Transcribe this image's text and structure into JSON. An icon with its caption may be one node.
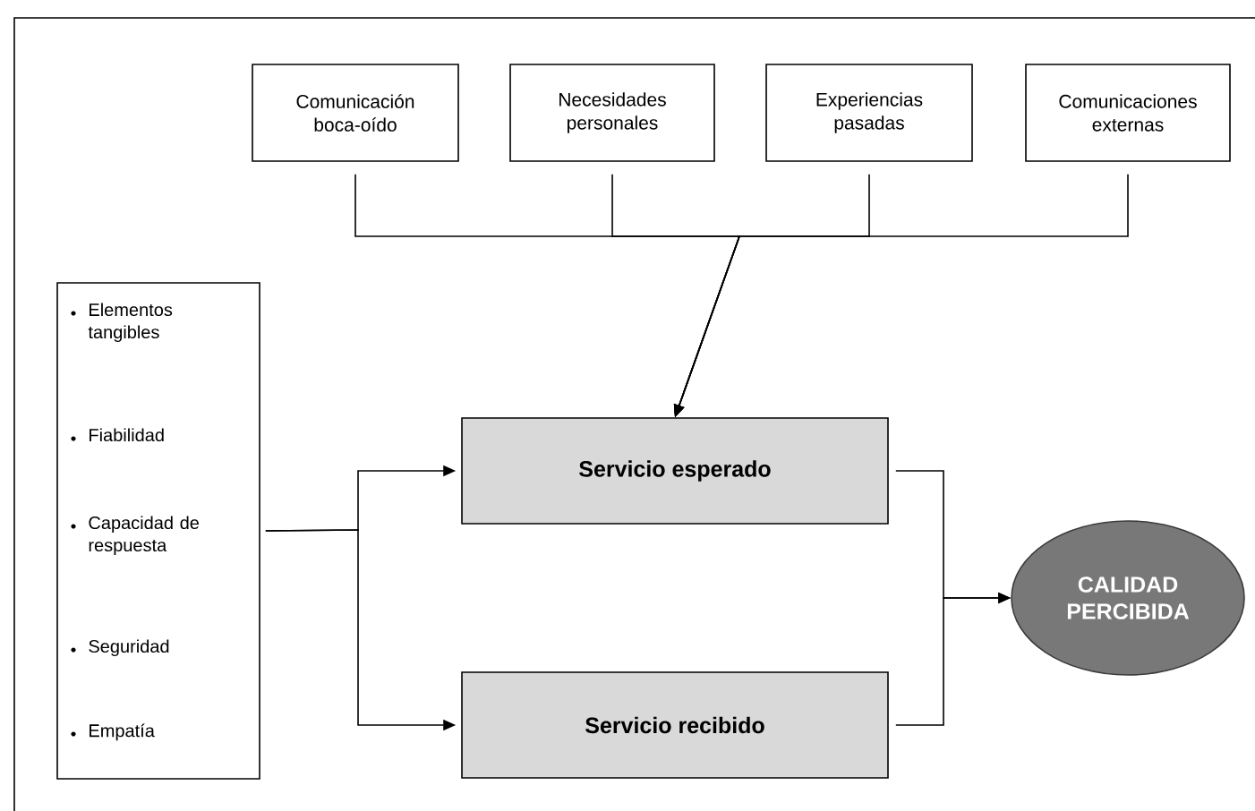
{
  "diagram": {
    "nodes": [
      {
        "text": [
          "Comunicación boca-oído"
        ]
      },
      {
        "text": [
          "Necesidades personales"
        ]
      },
      {
        "text": [
          "Experiencias pasadas"
        ]
      },
      {
        "text": [
          "Comunicaciones externas"
        ]
      },
      {
        "text": [
          "Elementos tangibles",
          "Fiabilidad",
          "Capacidad de respuesta",
          "Seguridad",
          "Empatía"
        ]
      },
      {
        "text": [
          "Servicio esperado"
        ]
      },
      {
        "text": [
          "Servicio recibido"
        ]
      },
      {
        "text": [
          "CALIDAD PERCIBIDA"
        ]
      }
    ],
    "edges": [
      {
        "from": 0,
        "to": 5,
        "arrow": "to"
      },
      {
        "from": 1,
        "to": 5,
        "arrow": "to"
      },
      {
        "from": 2,
        "to": 5,
        "arrow": "to"
      },
      {
        "from": 3,
        "to": 5,
        "arrow": "to"
      },
      {
        "from": 4,
        "to": 5,
        "arrow": "to"
      },
      {
        "from": 4,
        "to": 6,
        "arrow": "to"
      },
      {
        "from": 5,
        "to": 7,
        "arrow": "to"
      },
      {
        "from": 6,
        "to": 7,
        "arrow": "to"
      }
    ]
  }
}
